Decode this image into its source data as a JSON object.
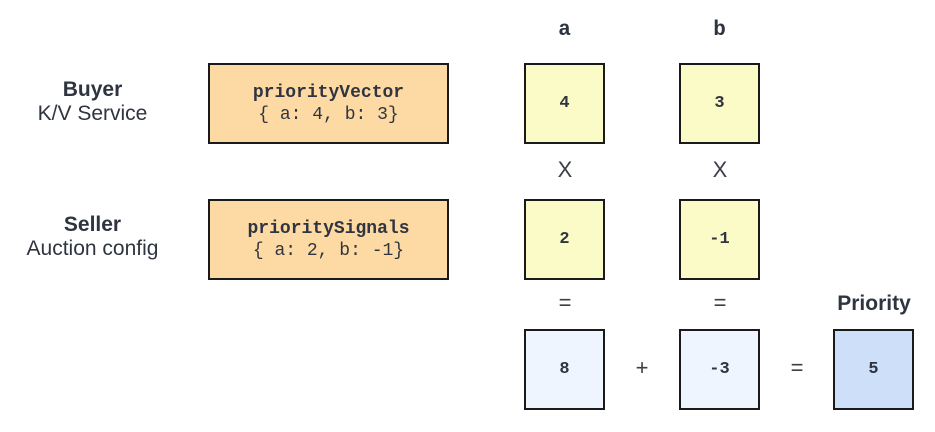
{
  "columns": {
    "a": "a",
    "b": "b",
    "priority": "Priority"
  },
  "buyer": {
    "title": "Buyer",
    "subtitle": "K/V Service",
    "box_title": "priorityVector",
    "box_value": "{ a: 4, b: 3}"
  },
  "seller": {
    "title": "Seller",
    "subtitle": "Auction config",
    "box_title": "prioritySignals",
    "box_value": "{ a: 2, b: -1}"
  },
  "vector": {
    "a": "4",
    "b": "3"
  },
  "signals": {
    "a": "2",
    "b": "-1"
  },
  "products": {
    "a": "8",
    "b": "-3"
  },
  "result": "5",
  "operators": {
    "multiply": "X",
    "equals": "=",
    "plus": "+"
  }
}
